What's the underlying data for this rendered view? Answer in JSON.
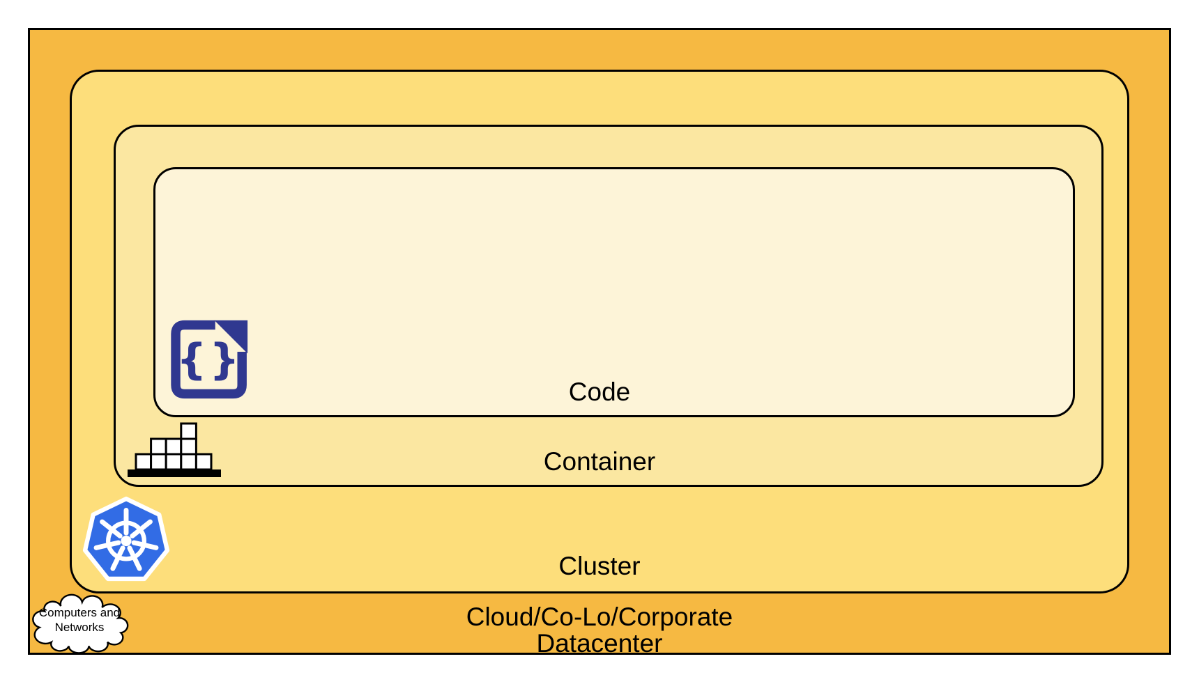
{
  "labels": {
    "code": "Code",
    "container": "Container",
    "cluster": "Cluster",
    "datacenter_line1": "Cloud/Co-Lo/Corporate",
    "datacenter_line2": "Datacenter",
    "cloud_line1": "Computers and",
    "cloud_line2": "Networks"
  },
  "icons": {
    "code": "code-file-icon",
    "container": "container-blocks-icon",
    "cluster": "kubernetes-helm-icon",
    "datacenter": "cloud-icon"
  },
  "colors": {
    "datacenter-fill": "#F6B942",
    "cluster-fill": "#FDDE7B",
    "container-fill": "#FBE7A1",
    "code-fill": "#FDF4D8",
    "outline": "#000000",
    "kubernetes-blue": "#326CE5",
    "code-icon-navy": "#303890",
    "icon-white": "#FFFFFF"
  }
}
